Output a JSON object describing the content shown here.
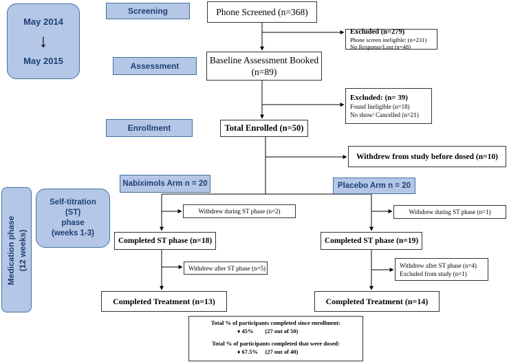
{
  "timeline": {
    "start": "May 2014",
    "end": "May 2015",
    "arrow": "↓"
  },
  "phases": {
    "screening": "Screening",
    "assessment": "Assessment",
    "enrollment": "Enrollment",
    "medication_line1": "Medication phase",
    "medication_line2": "(12 weeks)",
    "self_titration": [
      "Self-titration",
      "(ST)",
      "phase",
      "(weeks 1-3)"
    ]
  },
  "boxes": {
    "phone_screened": "Phone Screened (n=368)",
    "excluded1": {
      "title": "Excluded (n=279)",
      "lines": [
        "Phone screen ineligible: (n=231)",
        "No Response/Lost (n=48)"
      ]
    },
    "baseline_line1": "Baseline Assessment Booked",
    "baseline_line2": "(n=89)",
    "excluded2": {
      "title_bold": "Excluded:",
      "title_rest": " (n= 39)",
      "lines": [
        "Found Ineligible (n=18)",
        "No show/ Cancelled (n=21)"
      ]
    },
    "total_enrolled": "Total Enrolled (n=50)",
    "withdrew_before": "Withdrew from study before dosed (n=10)"
  },
  "arms": {
    "nabiximols": {
      "label": "Nabiximols Arm  n = 20",
      "withdrew_st": "Withdrew during ST phase (n=2)",
      "completed_st": "Completed ST phase (n=18)",
      "withdrew_after": [
        "Withdrew after ST phase (n=5)"
      ],
      "completed_treatment": "Completed Treatment (n=13)"
    },
    "placebo": {
      "label": "Placebo Arm  n = 20",
      "withdrew_st": "Withdrew during ST phase (n=1)",
      "completed_st": "Completed ST phase (n=19)",
      "withdrew_after": [
        "Withdrew after ST phase (n=4)",
        "Excluded from study (n=1)"
      ],
      "completed_treatment": "Completed Treatment (n=14)"
    }
  },
  "summary": {
    "enrolled_heading": "Total % of participants completed since enrollment:",
    "enrolled_value": "♦ 45%        (27 out of 50)",
    "dosed_heading": "Total % of participants completed that were dosed:",
    "dosed_value": "♦ 67.5%     (27 out of 40)"
  },
  "colors": {
    "phase_fill": "#b4c7e7",
    "phase_border": "#41719c",
    "phase_text": "#1f3f72",
    "line": "#000000"
  }
}
